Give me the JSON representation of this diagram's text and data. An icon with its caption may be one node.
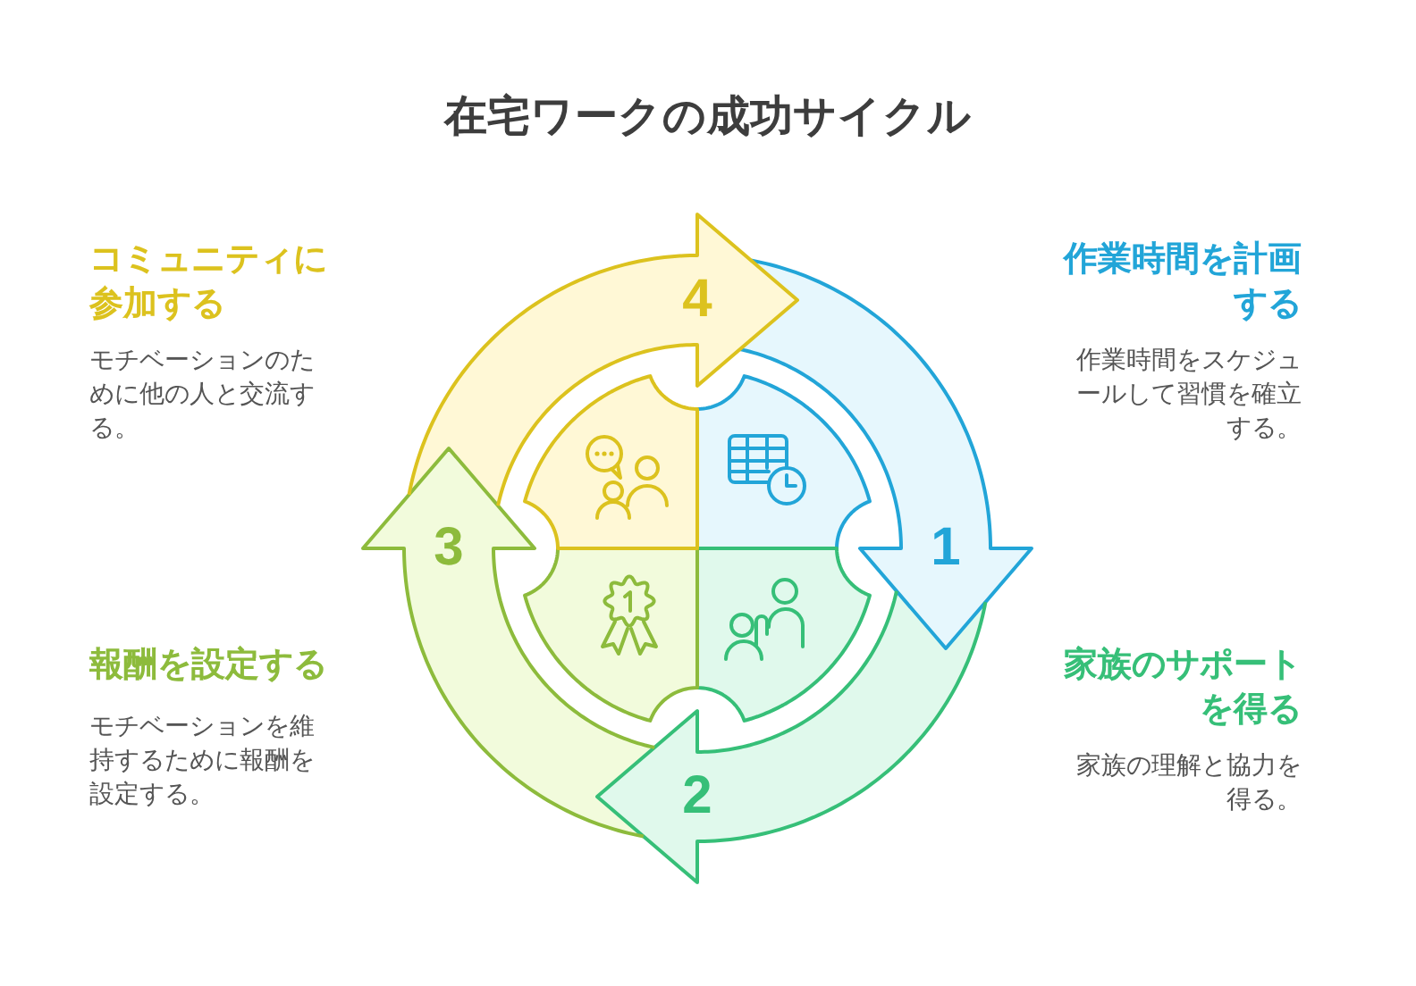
{
  "diagram": {
    "title": "在宅ワークの成功サイクル",
    "nodes": [
      {
        "text": [
          "1"
        ],
        "beside": [
          "作業時間を計画する",
          "作業時間をスケジュールして習慣を確立する。"
        ]
      },
      {
        "text": [
          "2"
        ],
        "beside": [
          "家族のサポートを得る",
          "家族の理解と協力を得る。"
        ]
      },
      {
        "text": [
          "3"
        ],
        "beside": [
          "報酬を設定する",
          "モチベーションを維持するために報酬を設定する。"
        ]
      },
      {
        "text": [
          "4"
        ],
        "beside": [
          "コミュニティに参加する",
          "モチベーションのために他の人と交流する。"
        ]
      }
    ]
  }
}
